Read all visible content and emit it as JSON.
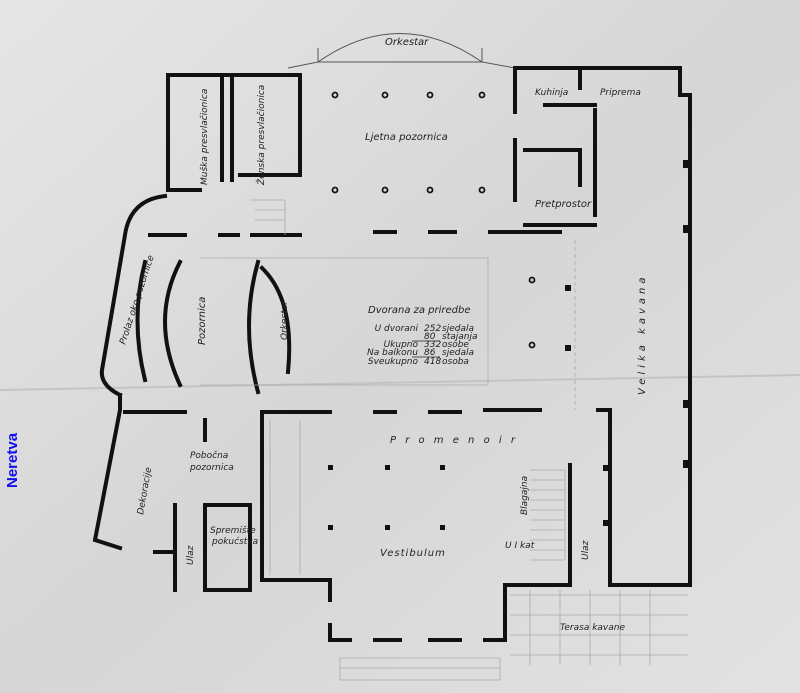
{
  "river_label": "Neretva",
  "colors": {
    "paper": "#dcdcdc",
    "ink": "#111111",
    "river_label": "#1010ee"
  },
  "rooms": {
    "orchestra_top": "Orkestar",
    "kitchen": "Kuhinja",
    "preparation": "Priprema",
    "mens_dressing": "Muška presvlačionica",
    "womens_dressing": "Ženska presvlačionica",
    "summer_stage": "Ljetna pozornica",
    "anteroom": "Pretprostor",
    "stage_passage": "Prolaz oko pozornice",
    "stage": "Pozornica",
    "orchestra_pit": "Orkestar",
    "hall": "Dvorana za priredbe",
    "grand_cafe": "Velika kavana",
    "promenoir": "P r o m e n o i r",
    "decorations": "Dekoracije",
    "side_stage_1": "Pobočna",
    "side_stage_2": "pozornica",
    "furniture_storage_1": "Spremište",
    "furniture_storage_2": "pokućstva",
    "entrance_left": "Ulaz",
    "vestibule": "Vestibulum",
    "ticket_office": "Blagajna",
    "to_first_floor": "U I kat",
    "entrance_right": "Ulaz",
    "cafe_terrace": "Terasa kavane"
  },
  "capacity": {
    "rows": [
      {
        "label": "U dvorani",
        "value": "252",
        "unit": "sjedala"
      },
      {
        "label": "",
        "value": "80",
        "unit": "stajanja"
      },
      {
        "label": "Ukupno",
        "value": "332",
        "unit": "osobe"
      },
      {
        "label": "Na balkonu",
        "value": "86",
        "unit": "sjedala"
      },
      {
        "label": "Sveukupno",
        "value": "418",
        "unit": "osoba"
      }
    ]
  }
}
